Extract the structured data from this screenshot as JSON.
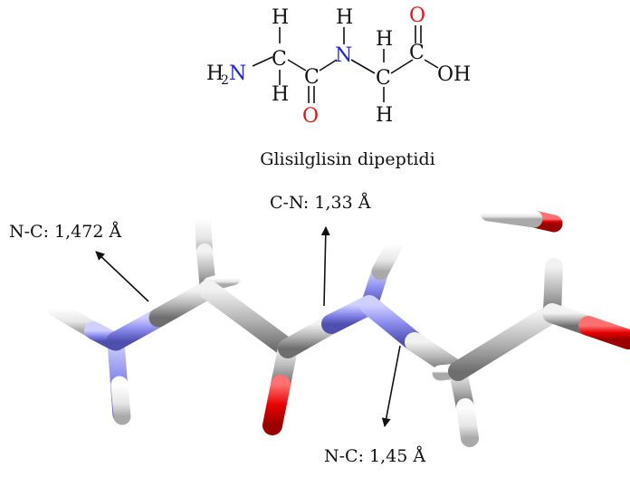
{
  "structure": {
    "atoms": {
      "h_top_left": "H",
      "h_bottom_left": "H",
      "amine_h": "H",
      "amine_n": "N",
      "amine_sub": "2",
      "c_alpha1": "C",
      "c_carbonyl1": "C",
      "o_carbonyl1": "O",
      "n_amide": "N",
      "h_amide": "H",
      "c_alpha2": "C",
      "h_alpha2_top": "H",
      "h_alpha2_bottom": "H",
      "c_carboxyl": "C",
      "o_carboxyl": "O",
      "oh_group": "OH"
    },
    "caption": "Glisilglisin dipeptidi"
  },
  "annotations": {
    "nc_amine": "N-C: 1,472 Å",
    "cn_peptide": "C-N: 1,33 Å",
    "nc_amide": "N-C: 1,45 Å"
  },
  "colors": {
    "carbon": "#b4b4b4",
    "nitrogen": "#8c8cf0",
    "oxygen": "#e60000",
    "hydrogen": "#ebebeb",
    "label_blue": "#2222ee",
    "label_red": "#ee1111",
    "text": "#111111"
  }
}
